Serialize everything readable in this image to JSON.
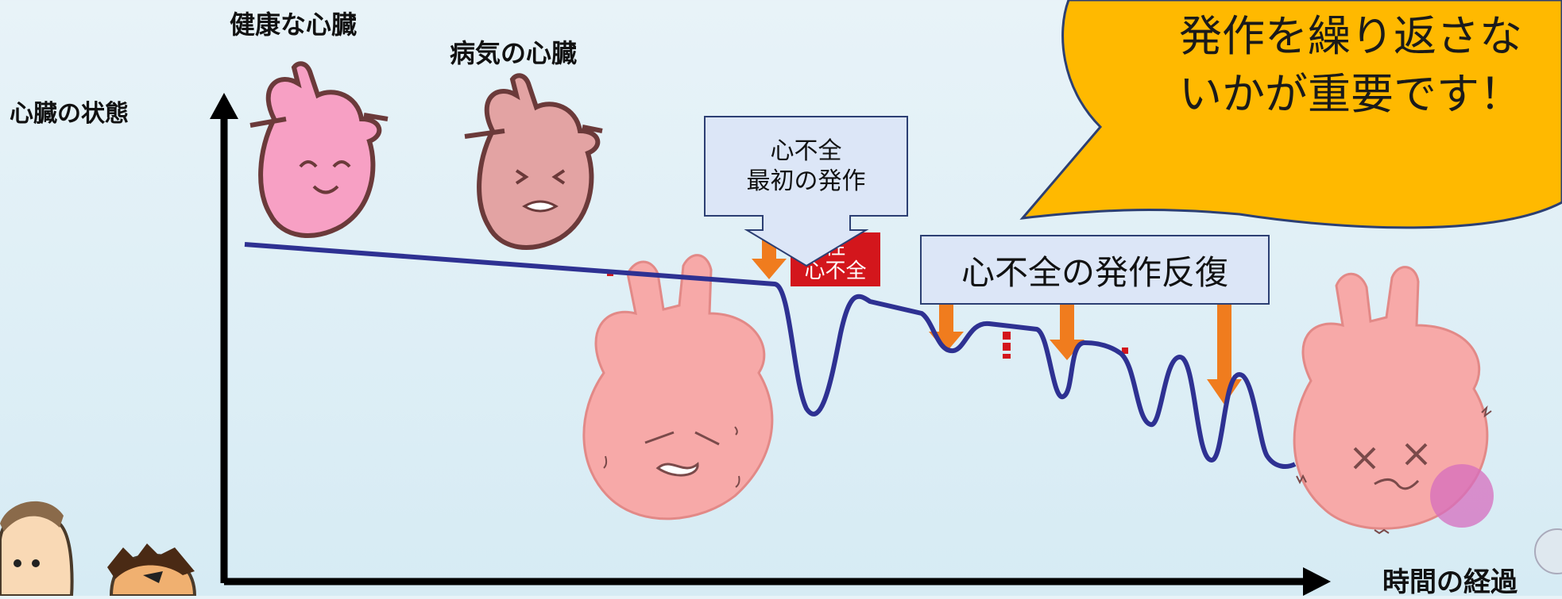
{
  "labels": {
    "healthy_heart": "健康な心臓",
    "sick_heart": "病気の心臓",
    "y_axis": "心臓の状態",
    "x_axis": "時間の経過"
  },
  "speech_bubble": {
    "line1": "発作を繰り返さな",
    "line2": "いかが重要です！",
    "color": "#ffb900"
  },
  "callout": {
    "line1": "心不全",
    "line2": "最初の発作",
    "color": "#dce6f7"
  },
  "acute_tag": {
    "line1": "性",
    "line2": "心不全",
    "color": "#d3161c"
  },
  "recurrence_box": {
    "text": "心不全の発作反復"
  },
  "colors": {
    "curve": "#2e3192",
    "arrow": "#f07c1e",
    "heart_pink": "#f7a9a8",
    "axis": "#000000"
  },
  "icons": [
    "healthy-heart-icon",
    "sick-heart-icon",
    "failing-heart-icon",
    "end-stage-heart-icon",
    "doctor-icon",
    "patient-icon"
  ]
}
